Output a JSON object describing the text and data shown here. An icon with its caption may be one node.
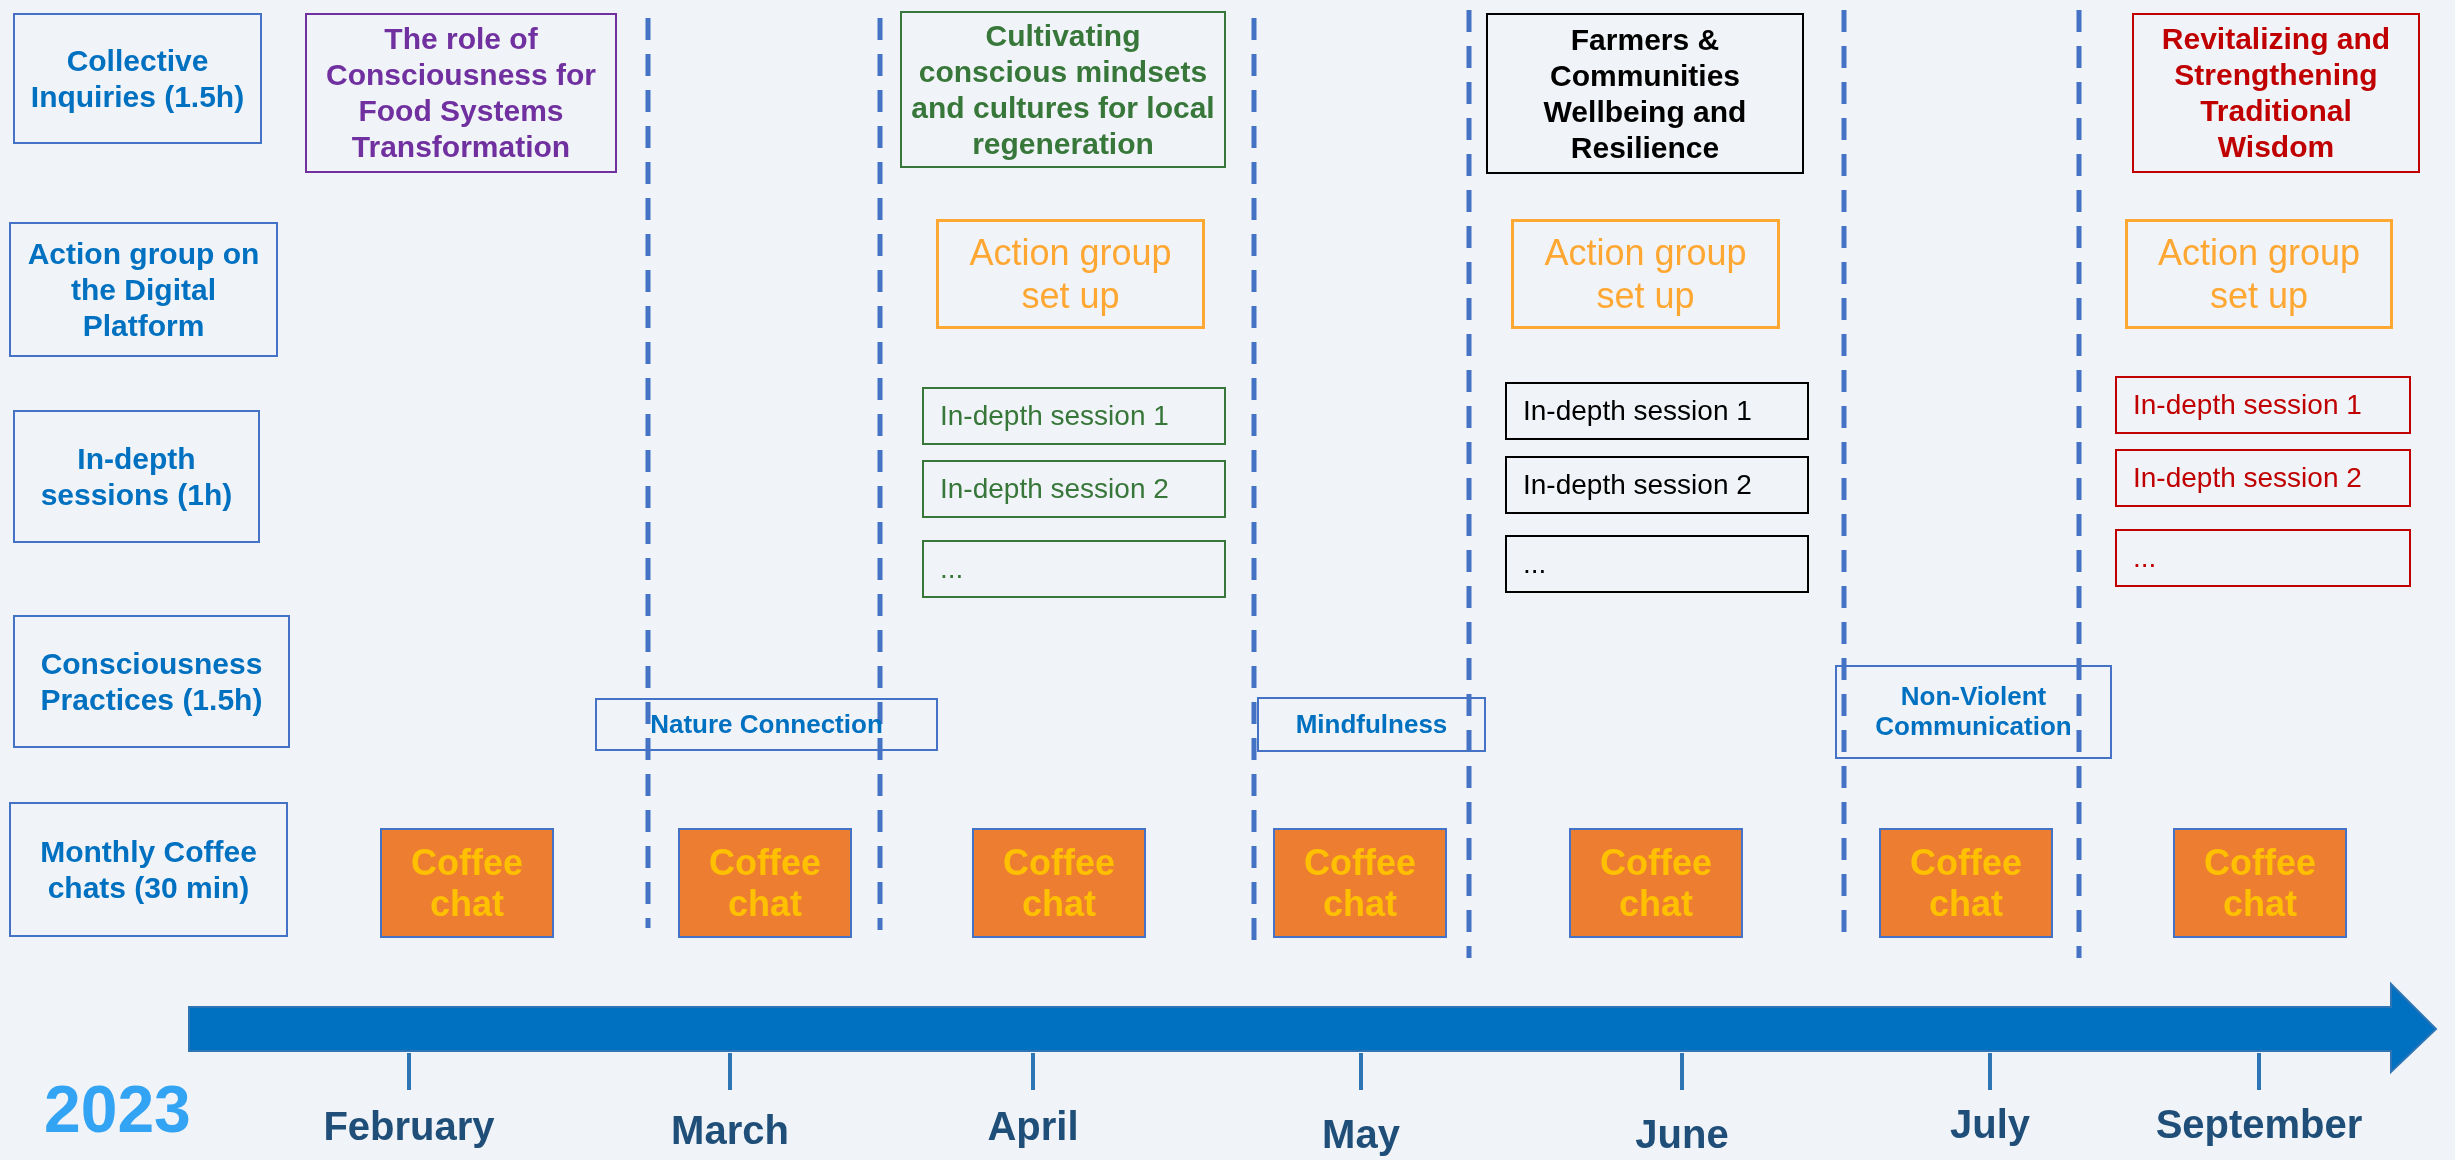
{
  "diagram": {
    "nodes": [
      {
        "text": [
          "Collective Inquiries (1.5h)"
        ]
      },
      {
        "text": [
          "Action group on the Digital Platform"
        ]
      },
      {
        "text": [
          "In-depth sessions (1h)"
        ]
      },
      {
        "text": [
          "Consciousness Practices (1.5h)"
        ]
      },
      {
        "text": [
          "Monthly Coffee chats (30 min)"
        ]
      },
      {
        "text": [
          "The role of Consciousness for Food Systems Transformation"
        ]
      },
      {
        "text": [
          "Cultivating conscious mindsets and cultures for local regeneration"
        ]
      },
      {
        "text": [
          "Farmers & Communities Wellbeing and Resilience"
        ]
      },
      {
        "text": [
          "Revitalizing and Strengthening Traditional Wisdom"
        ]
      },
      {
        "text": [
          "Action group set up"
        ]
      },
      {
        "text": [
          "Action group set up"
        ]
      },
      {
        "text": [
          "Action group set up"
        ]
      },
      {
        "text": [
          "In-depth session 1"
        ]
      },
      {
        "text": [
          "In-depth session 2"
        ]
      },
      {
        "text": [
          "..."
        ]
      },
      {
        "text": [
          "In-depth session 1"
        ]
      },
      {
        "text": [
          "In-depth session 2"
        ]
      },
      {
        "text": [
          "..."
        ]
      },
      {
        "text": [
          "In-depth session 1"
        ]
      },
      {
        "text": [
          "In-depth session 2"
        ]
      },
      {
        "text": [
          "..."
        ]
      },
      {
        "text": [
          "Nature Connection"
        ]
      },
      {
        "text": [
          "Mindfulness"
        ]
      },
      {
        "text": [
          "Non-Violent Communication"
        ]
      },
      {
        "text": [
          "Coffee chat"
        ]
      },
      {
        "text": [
          "Coffee chat"
        ]
      },
      {
        "text": [
          "Coffee chat"
        ]
      },
      {
        "text": [
          "Coffee chat"
        ]
      },
      {
        "text": [
          "Coffee chat"
        ]
      },
      {
        "text": [
          "Coffee chat"
        ]
      },
      {
        "text": [
          "Coffee chat"
        ]
      }
    ],
    "labels": [
      "2023",
      "February",
      "March",
      "April",
      "May",
      "June",
      "July",
      "September"
    ]
  }
}
